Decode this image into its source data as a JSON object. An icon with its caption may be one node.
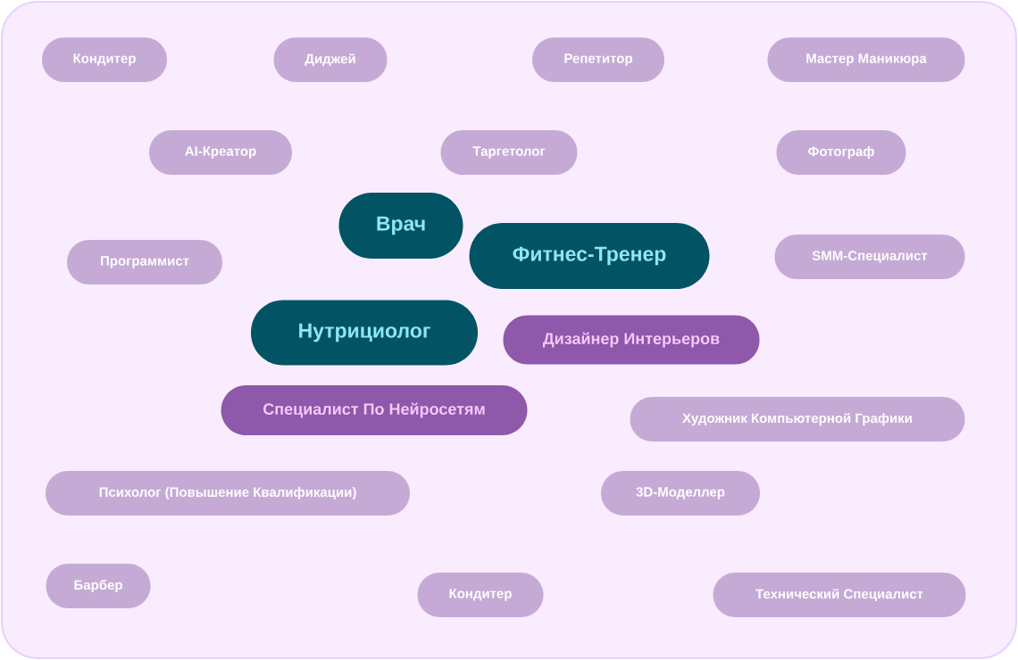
{
  "diagram": {
    "nodes": [
      {
        "text": [
          "Кондитер"
        ]
      },
      {
        "text": [
          "Диджей"
        ]
      },
      {
        "text": [
          "Репетитор"
        ]
      },
      {
        "text": [
          "Мастер Маникюра"
        ]
      },
      {
        "text": [
          "AI-Креатор"
        ]
      },
      {
        "text": [
          "Таргетолог"
        ]
      },
      {
        "text": [
          "Фотограф"
        ]
      },
      {
        "text": [
          "Врач"
        ]
      },
      {
        "text": [
          "Программист"
        ]
      },
      {
        "text": [
          "Фитнес-Тренер"
        ]
      },
      {
        "text": [
          "SMM-Специалист"
        ]
      },
      {
        "text": [
          "Нутрициолог"
        ]
      },
      {
        "text": [
          "Дизайнер Интерьеров"
        ]
      },
      {
        "text": [
          "Специалист По Нейросетям"
        ]
      },
      {
        "text": [
          "Художник Компьютерной Графики"
        ]
      },
      {
        "text": [
          "Психолог (Повышение Квалификации)"
        ]
      },
      {
        "text": [
          "3D-Моделлер"
        ]
      },
      {
        "text": [
          "Барбер"
        ]
      },
      {
        "text": [
          "Кондитер"
        ]
      },
      {
        "text": [
          "Технический Специалист"
        ]
      }
    ]
  }
}
